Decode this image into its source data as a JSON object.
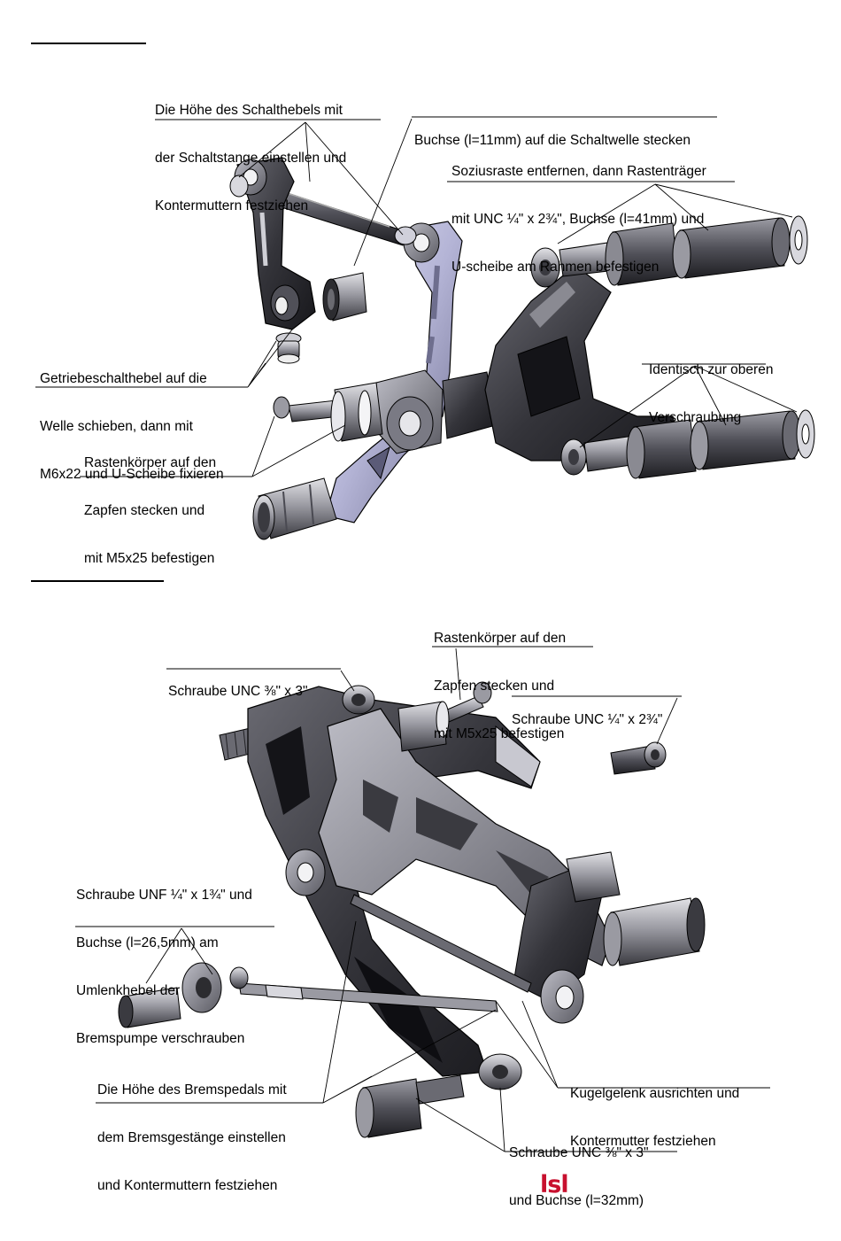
{
  "colors": {
    "accent_logo": "#c8102e",
    "part_dark": "#2e2e34",
    "part_mid": "#7a7a82",
    "part_light": "#c9c9d2",
    "part_lavender": "#b9b9dc",
    "leader": "#000000"
  },
  "logo": {
    "text": "lsl"
  },
  "top": {
    "labels": {
      "schalthebel": {
        "lines": [
          "Die Höhe des Schalthebels mit",
          "der Schaltstange einstellen und",
          "Kontermuttern festziehen"
        ]
      },
      "buchse": {
        "lines": [
          "Buchse (l=11mm) auf die Schaltwelle stecken"
        ]
      },
      "sozius": {
        "lines": [
          "Soziusraste entfernen, dann Rastenträger",
          "mit UNC ¼\" x 2¾\", Buchse (l=41mm) und",
          "U-scheibe am Rahmen befestigen"
        ]
      },
      "getriebe": {
        "lines": [
          "Getriebeschalthebel auf die",
          "Welle schieben, dann mit",
          "M6x22 und U-Scheibe fixieren"
        ]
      },
      "identisch": {
        "lines": [
          "Identisch zur oberen",
          "Verschraubung"
        ]
      },
      "rasten": {
        "lines": [
          "Rastenkörper auf den",
          "Zapfen stecken und",
          "mit M5x25 befestigen"
        ]
      }
    }
  },
  "bottom": {
    "labels": {
      "rasten": {
        "lines": [
          "Rastenkörper auf den",
          "Zapfen stecken und",
          "mit M5x25 befestigen"
        ]
      },
      "schraube_38_top": {
        "lines": [
          "Schraube UNC ⅜\" x 3\""
        ]
      },
      "schraube_14": {
        "lines": [
          "Schraube UNC ¼\" x 2¾\""
        ]
      },
      "unf": {
        "lines": [
          "Schraube UNF ¼\" x 1¾\" und",
          "Buchse (l=26,5mm) am",
          "Umlenkhebel der",
          "Bremspumpe verschrauben"
        ]
      },
      "bremspedal": {
        "lines": [
          "Die Höhe des Bremspedals mit",
          "dem Bremsgestänge einstellen",
          "und Kontermuttern festziehen"
        ]
      },
      "kugelgelenk": {
        "lines": [
          "Kugelgelenk ausrichten und",
          "Kontermutter festziehen"
        ]
      },
      "schraube_38_bottom": {
        "lines": [
          "Schraube UNC ⅜\" x 3\"",
          "und Buchse (l=32mm)"
        ]
      }
    }
  }
}
